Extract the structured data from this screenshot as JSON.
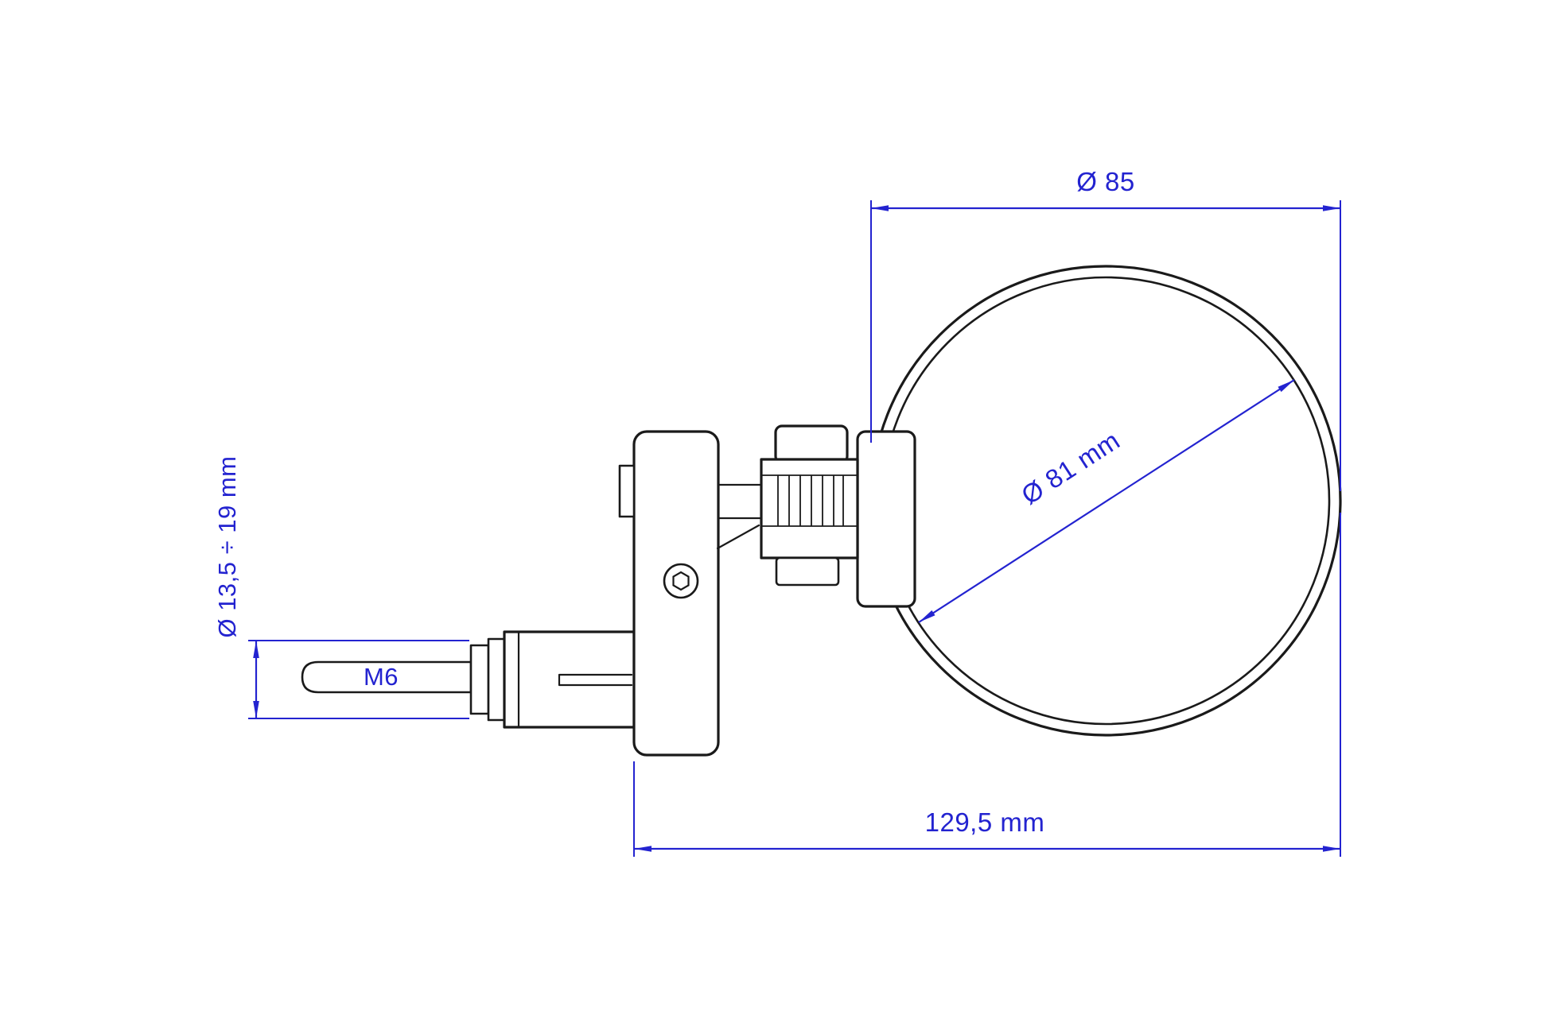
{
  "drawing": {
    "background": "#ffffff",
    "line_color": "#1a1a1a",
    "dimension_color": "#2323d0",
    "labels": {
      "mirror_outer_diameter": "Ø 85",
      "mirror_glass_diameter": "Ø 81 mm",
      "clamp_diameter_range": "Ø 13,5 ÷ 19 mm",
      "overall_length": "129,5 mm",
      "thread_size": "M6"
    }
  }
}
